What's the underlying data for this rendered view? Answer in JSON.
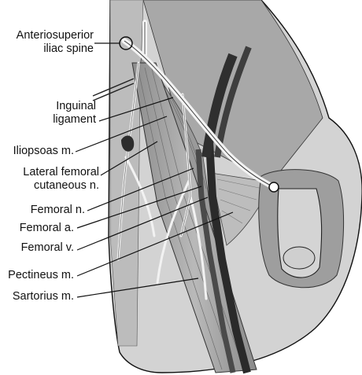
{
  "figure": {
    "labels": [
      {
        "id": "asis",
        "lines": [
          "Anteriosuperior",
          "iliac spine"
        ]
      },
      {
        "id": "inguinal",
        "lines": [
          "Inguinal",
          "ligament"
        ]
      },
      {
        "id": "iliopsoas",
        "lines": [
          "Iliopsoas m."
        ]
      },
      {
        "id": "lfcn",
        "lines": [
          "Lateral femoral",
          "cutaneous n."
        ]
      },
      {
        "id": "fem_n",
        "lines": [
          "Femoral n."
        ]
      },
      {
        "id": "fem_a",
        "lines": [
          "Femoral a."
        ]
      },
      {
        "id": "fem_v",
        "lines": [
          "Femoral v."
        ]
      },
      {
        "id": "pectineus",
        "lines": [
          "Pectineus m."
        ]
      },
      {
        "id": "sartorius",
        "lines": [
          "Sartorius m."
        ]
      }
    ]
  }
}
